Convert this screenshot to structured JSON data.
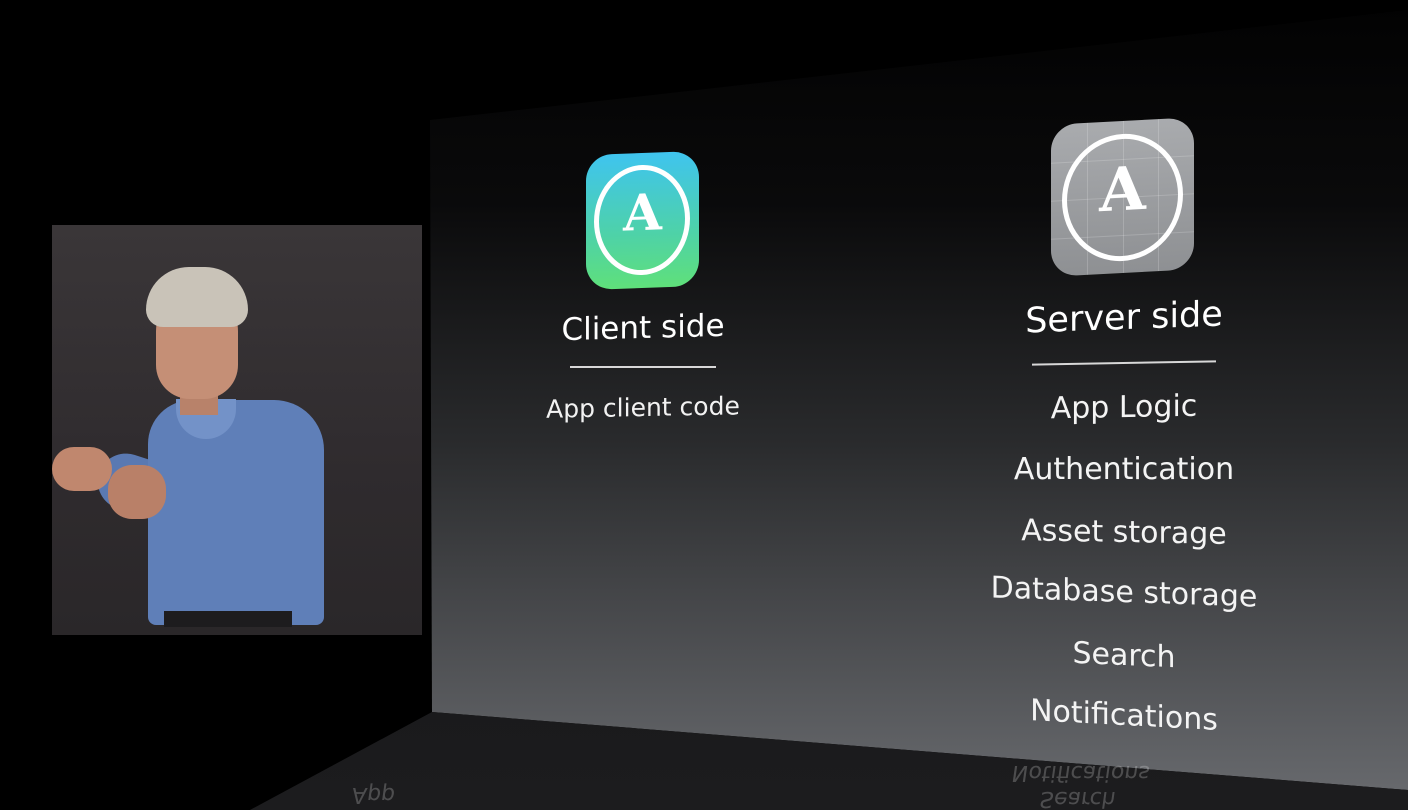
{
  "client": {
    "title": "Client side",
    "items": [
      "App client code"
    ],
    "icon": "app-store-a-icon",
    "icon_glyph": "A",
    "icon_color_top": "#3fc4ef",
    "icon_color_bottom": "#5fe07a"
  },
  "server": {
    "title": "Server side",
    "items": [
      "App Logic",
      "Authentication",
      "Asset storage",
      "Database storage",
      "Search",
      "Notifications"
    ],
    "icon": "app-store-a-icon-gray",
    "icon_glyph": "A",
    "icon_color": "#9c9ea1"
  },
  "reflections": {
    "left": "App",
    "right_1": "Notifications",
    "right_2": "Search"
  }
}
